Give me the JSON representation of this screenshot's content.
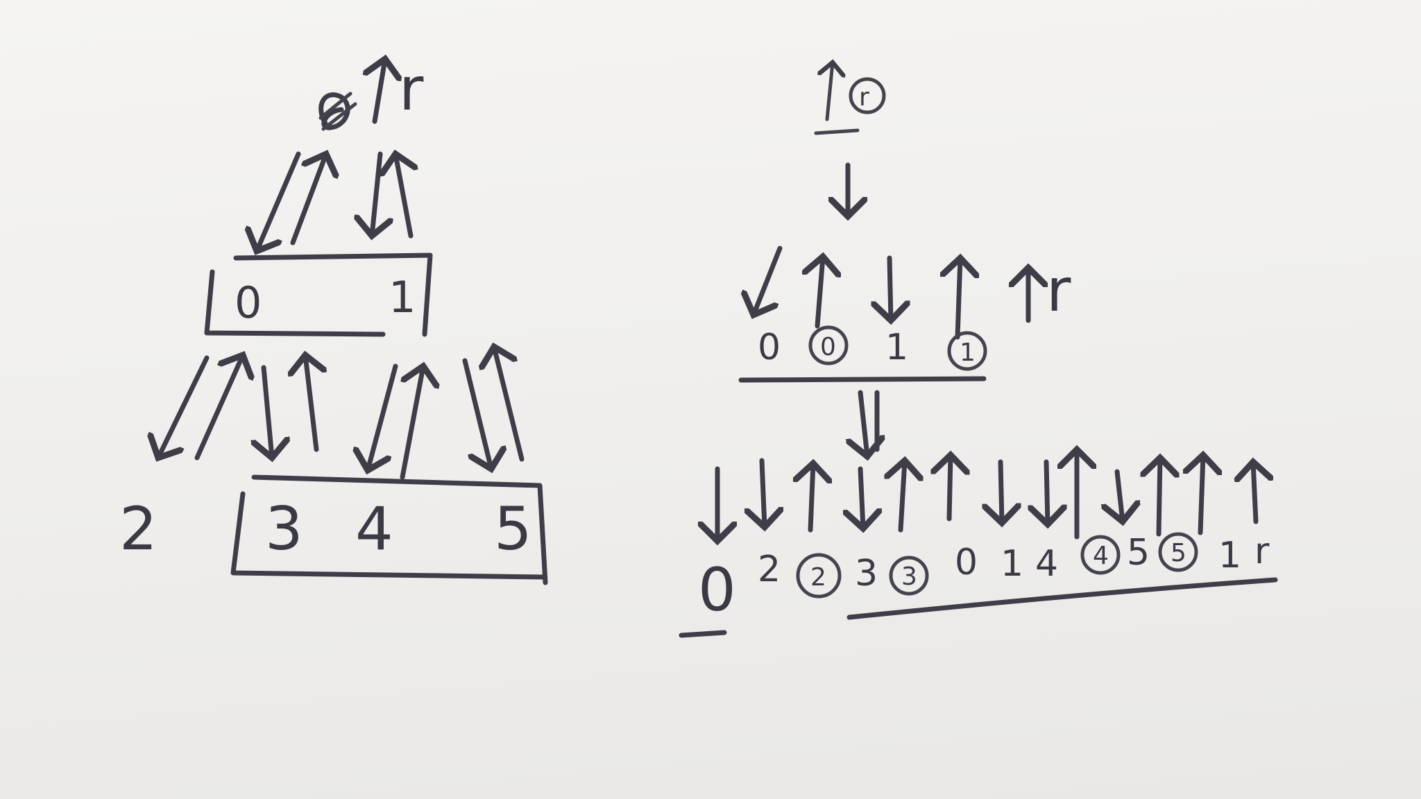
{
  "paper": {
    "background": "#efeeec",
    "ink_color": "#3f3d47"
  },
  "left_tree": {
    "root_label": "r",
    "level1": [
      "0",
      "1"
    ],
    "level2_outside": "2",
    "level2": [
      "3",
      "4",
      "5"
    ]
  },
  "right_trace": {
    "top_label": "r",
    "middle_row": [
      "0",
      "0",
      "1",
      "1"
    ],
    "middle_arrow_label": "r",
    "bottom_left": "0",
    "bottom_row": [
      "2",
      "2",
      "3",
      "3",
      "0",
      "1",
      "4",
      "4",
      "5",
      "5",
      "1",
      "r"
    ]
  }
}
